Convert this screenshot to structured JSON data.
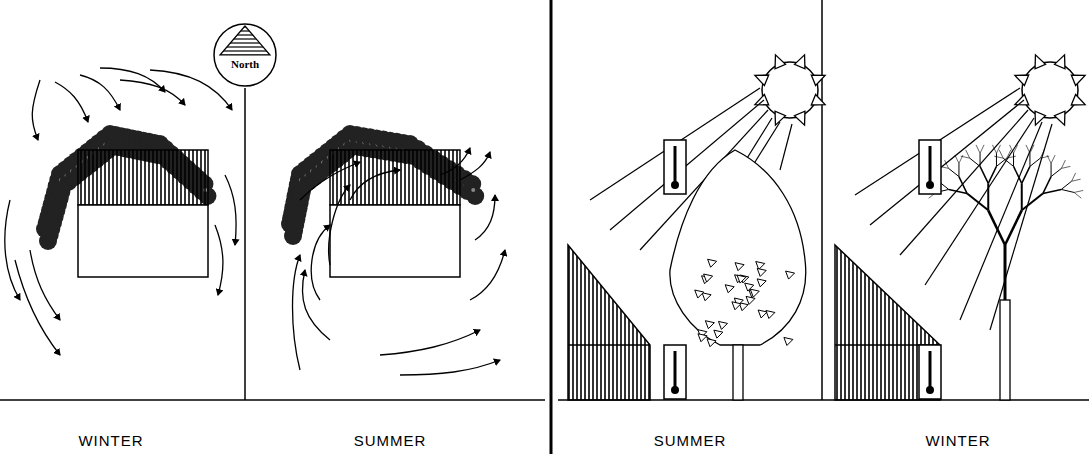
{
  "diagram": {
    "nodes": [
      {
        "text": [
          "North"
        ]
      }
    ],
    "labels": [
      "WINTER",
      "SUMMER",
      "SUMMER",
      "WINTER"
    ]
  }
}
